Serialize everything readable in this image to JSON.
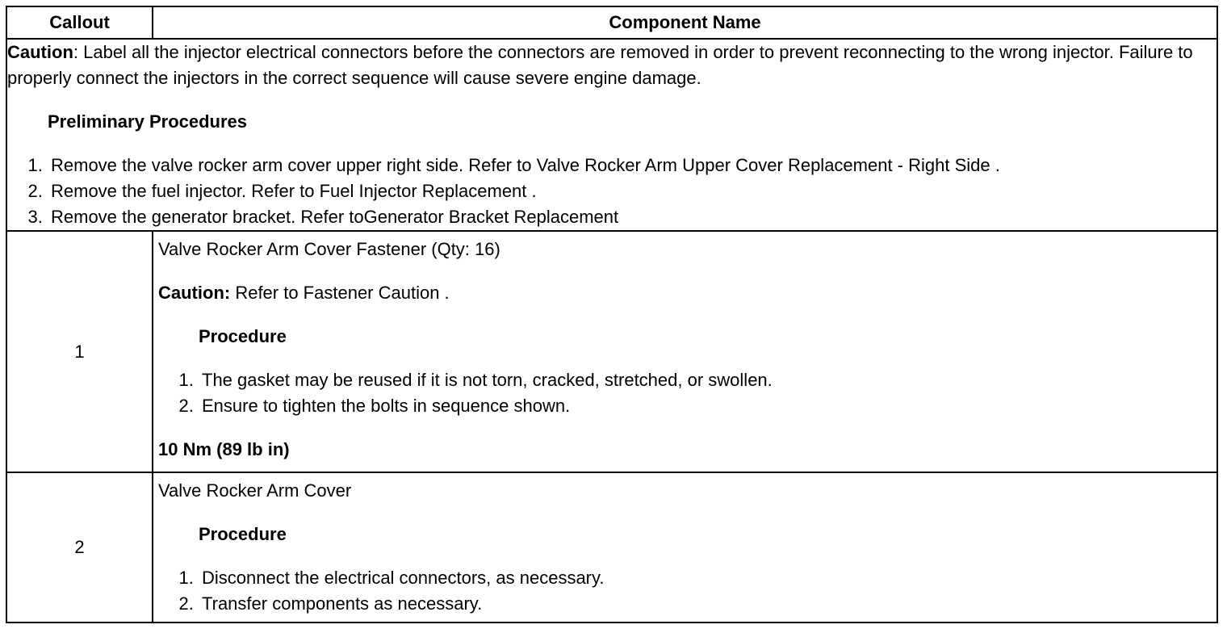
{
  "table": {
    "headers": {
      "callout": "Callout",
      "component_name": "Component Name"
    },
    "caution_block": {
      "caution_label": "Caution",
      "caution_text": ": Label all the injector electrical connectors before the connectors are removed in order to prevent reconnecting to the wrong injector. Failure to properly connect the injectors in the correct sequence will cause severe engine damage.",
      "preliminary_heading": "Preliminary Procedures",
      "steps": [
        "Remove the valve rocker arm cover upper right side. Refer to Valve Rocker Arm Upper Cover Replacement - Right Side .",
        "Remove the fuel injector. Refer to Fuel Injector Replacement .",
        "Remove the generator bracket. Refer toGenerator Bracket Replacement"
      ]
    },
    "rows": [
      {
        "callout": "1",
        "component": "Valve Rocker Arm Cover Fastener (Qty: 16)",
        "caution_label": "Caution:",
        "caution_text": " Refer to Fastener Caution .",
        "procedure_heading": "Procedure",
        "steps": [
          "The gasket may be reused if it is not torn, cracked, stretched, or swollen.",
          "Ensure to tighten the bolts in sequence shown."
        ],
        "torque": "10 Nm (89 lb in)"
      },
      {
        "callout": "2",
        "component": "Valve Rocker Arm Cover",
        "procedure_heading": "Procedure",
        "steps": [
          "Disconnect the electrical connectors, as necessary.",
          "Transfer components as necessary."
        ]
      }
    ]
  }
}
